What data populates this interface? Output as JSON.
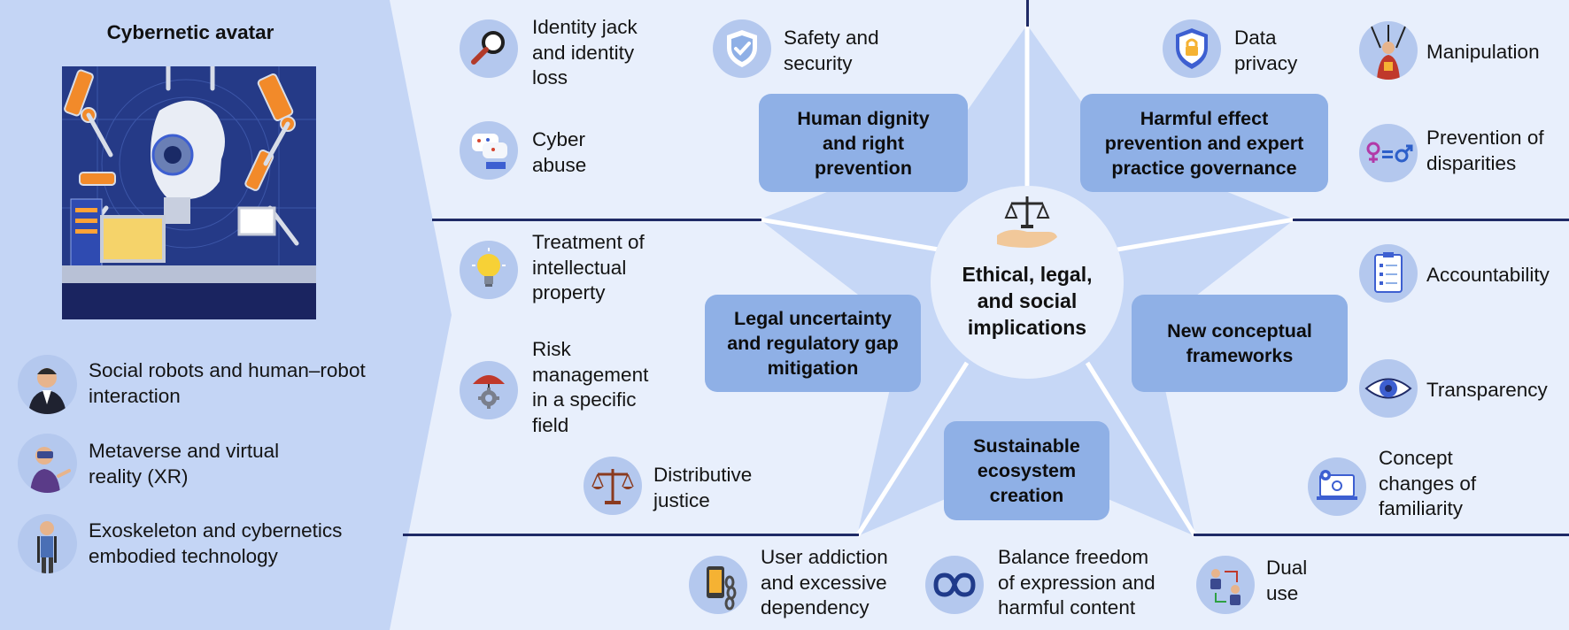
{
  "left_panel": {
    "title": "Cybernetic avatar",
    "items": [
      {
        "label": "Social robots and human–robot\ninteraction",
        "icon": "social-robot-person-icon"
      },
      {
        "label": "Metaverse and virtual\nreality (XR)",
        "icon": "vr-headset-person-icon"
      },
      {
        "label": "Exoskeleton and cybernetics\nembodied technology",
        "icon": "exoskeleton-person-icon"
      }
    ]
  },
  "center": {
    "label": "Ethical, legal,\nand social\nimplications",
    "icon": "scales-in-hand-icon"
  },
  "categories": {
    "human_dignity": "Human dignity\nand right\nprevention",
    "harmful_effect": "Harmful effect\nprevention and expert\npractice governance",
    "legal_uncertainty": "Legal uncertainty\nand regulatory gap\nmitigation",
    "new_frameworks": "New conceptual\nframeworks",
    "sustainable": "Sustainable\necosystem\ncreation"
  },
  "items": {
    "identity_jack": {
      "label": "Identity jack\nand identity\nloss",
      "icon": "magnifier-icon"
    },
    "safety_security": {
      "label": "Safety and\nsecurity",
      "icon": "shield-check-icon"
    },
    "cyber_abuse": {
      "label": "Cyber\nabuse",
      "icon": "cyber-abuse-icon"
    },
    "data_privacy": {
      "label": "Data\nprivacy",
      "icon": "shield-lock-icon"
    },
    "manipulation": {
      "label": "Manipulation",
      "icon": "puppet-icon"
    },
    "prevention_disparities": {
      "label": "Prevention of\ndisparities",
      "icon": "gender-equality-icon"
    },
    "intellectual_property": {
      "label": "Treatment of\nintellectual\nproperty",
      "icon": "lightbulb-icon"
    },
    "risk_management": {
      "label": "Risk\nmanagement\nin a specific\nfield",
      "icon": "umbrella-gear-icon"
    },
    "distributive_justice": {
      "label": "Distributive\njustice",
      "icon": "balance-scale-icon"
    },
    "accountability": {
      "label": "Accountability",
      "icon": "checklist-icon"
    },
    "transparency": {
      "label": "Transparency",
      "icon": "eye-icon"
    },
    "concept_changes": {
      "label": "Concept\nchanges of\nfamiliarity",
      "icon": "laptop-gear-icon"
    },
    "user_addiction": {
      "label": "User addiction\nand excessive\ndependency",
      "icon": "chained-phone-icon"
    },
    "balance_freedom": {
      "label": "Balance freedom\nof expression and\nharmful content",
      "icon": "infinity-icon"
    },
    "dual_use": {
      "label": "Dual\nuse",
      "icon": "dual-people-icon"
    }
  },
  "colors": {
    "panel_light": "#e8effc",
    "panel_left": "#c4d5f5",
    "star": "#c6d7f6",
    "box": "#8fb0e6",
    "icon_circle": "#b4c8ee",
    "divider": "#1f2a66"
  }
}
